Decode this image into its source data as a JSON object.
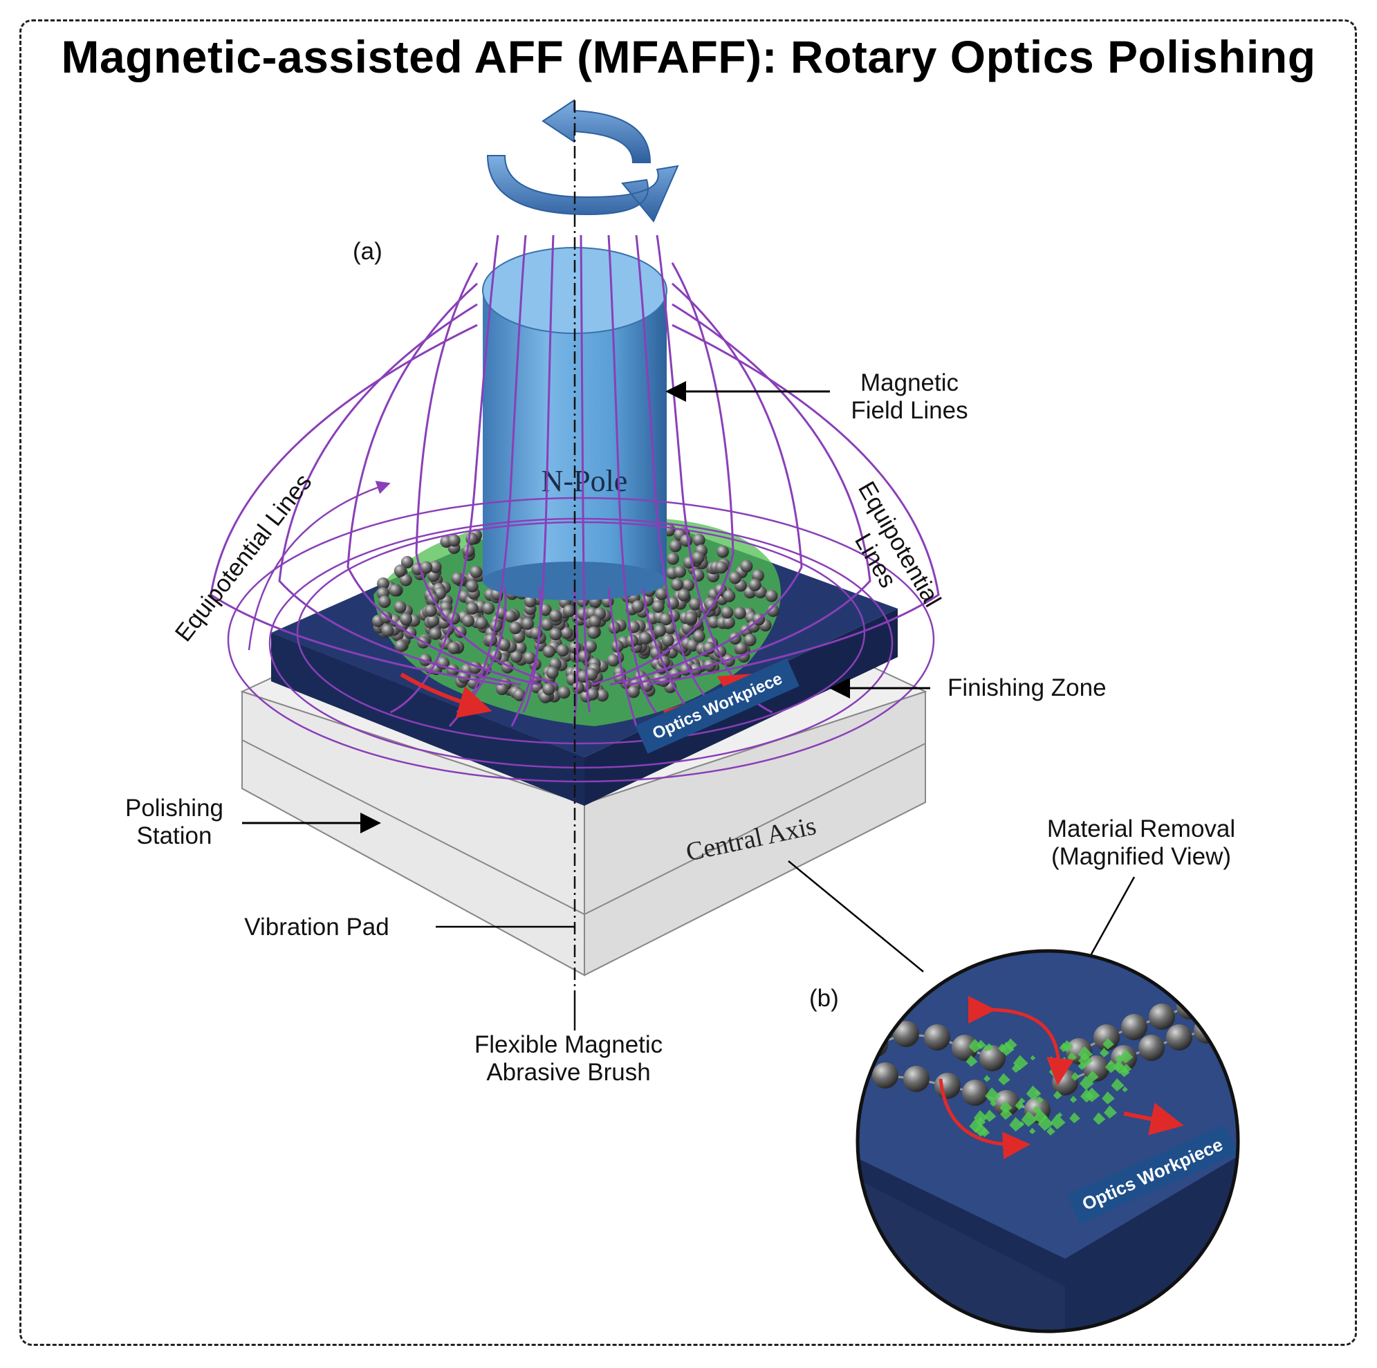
{
  "title": "Magnetic-assisted AFF (MFAFF): Rotary Optics Polishing",
  "panel_a_label": "(a)",
  "panel_b_label": "(b)",
  "labels": {
    "n_pole": "N-Pole",
    "magnetic_field_lines": [
      "Magnetic",
      "Field Lines"
    ],
    "equipotential_left": "Equipotential Lines",
    "equipotential_right": [
      "Equipotential",
      "Lines"
    ],
    "finishing_zone": "Finishing Zone",
    "optics_workpiece": "Optics Workpiece",
    "polishing_station": [
      "Polishing",
      "Station"
    ],
    "central_axis": "Central Axis",
    "vibration_pad": "Vibration Pad",
    "flexible_brush": [
      "Flexible Magnetic",
      "Abrasive Brush"
    ],
    "material_removal": [
      "Material Removal",
      "(Magnified View)"
    ]
  },
  "colors": {
    "magnet": "#5a9fd6",
    "field_lines": "#8a3fb8",
    "workpiece": "#1c2d5e",
    "station": "#e6e6e6",
    "abrasive_green": "#4fbf4f",
    "arrow_red": "#e02a2a",
    "rotation_arrow": "#4f86c6"
  }
}
